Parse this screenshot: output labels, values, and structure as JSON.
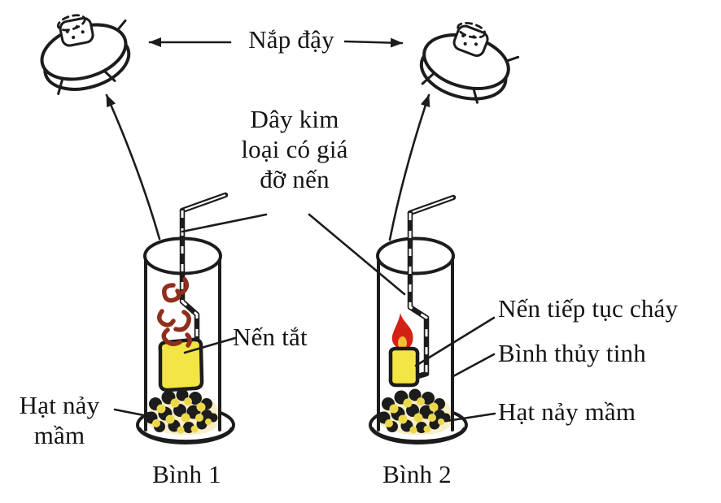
{
  "figure": {
    "labels": {
      "lid": "Nắp đậy",
      "wire_support_lines": [
        "Dây kim",
        "loại có giá",
        "đỡ nến"
      ],
      "jar1": {
        "candle": "Nến tắt",
        "seeds_lines": [
          "Hạt nảy",
          "mầm"
        ],
        "caption": "Bình 1"
      },
      "jar2": {
        "candle": "Nến tiếp tục cháy",
        "glass": "Bình thủy tinh",
        "seeds": "Hạt nảy mầm",
        "caption": "Bình 2"
      }
    }
  },
  "colors": {
    "ink": "#1c1c1c",
    "candle_yellow": "#f3e544",
    "flame_red": "#d32115",
    "flame_inner": "#f6bc38",
    "smoke_maroon": "#8e2f1d",
    "seed_yellow": "#ecd84b",
    "seed_bed": "#f7efc8",
    "background": "#ffffff"
  }
}
